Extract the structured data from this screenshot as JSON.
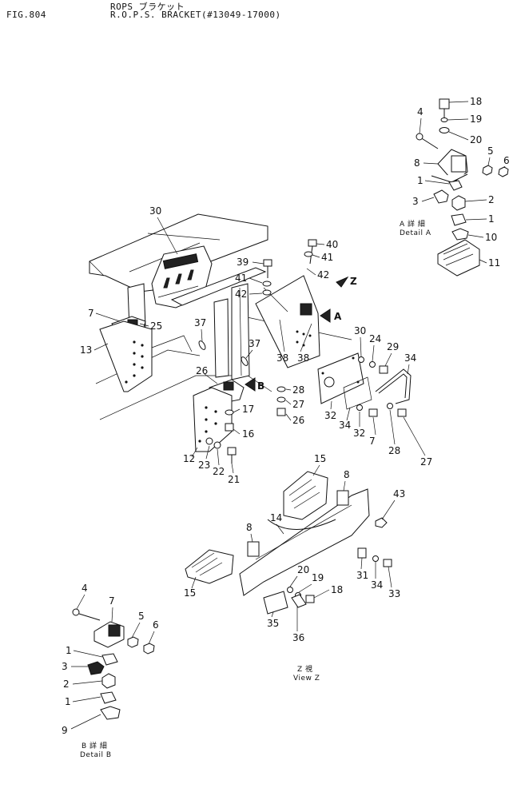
{
  "header": {
    "figure": "FIG.804",
    "title_jp": "ROPS ブラケット",
    "title_en": "R.O.P.S. BRACKET(#13049-17000)"
  },
  "captions": {
    "detail_a_jp": "A 詳 細",
    "detail_a": "Detail  A",
    "view_z_jp": "Z 視",
    "view_z": "View  Z",
    "detail_b_jp": "B 詳 細",
    "detail_b": "Detail  B"
  },
  "view_arrows": {
    "z": "Z",
    "a": "A",
    "b": "B"
  },
  "callouts": {
    "main": [
      "30",
      "7",
      "25",
      "13",
      "37",
      "37",
      "39",
      "40",
      "41",
      "41",
      "42",
      "42",
      "38",
      "38",
      "28",
      "27",
      "26",
      "30",
      "24",
      "29",
      "34",
      "32",
      "34",
      "32",
      "7",
      "28",
      "27",
      "26",
      "17",
      "16",
      "12",
      "23",
      "22",
      "21"
    ],
    "detail_a": [
      "18",
      "4",
      "19",
      "20",
      "8",
      "5",
      "6",
      "1",
      "3",
      "2",
      "1",
      "10",
      "11"
    ],
    "view_z": [
      "15",
      "8",
      "43",
      "14",
      "8",
      "15",
      "20",
      "19",
      "18",
      "31",
      "34",
      "33",
      "35",
      "36"
    ],
    "detail_b": [
      "4",
      "7",
      "5",
      "6",
      "1",
      "3",
      "2",
      "1",
      "9"
    ]
  }
}
